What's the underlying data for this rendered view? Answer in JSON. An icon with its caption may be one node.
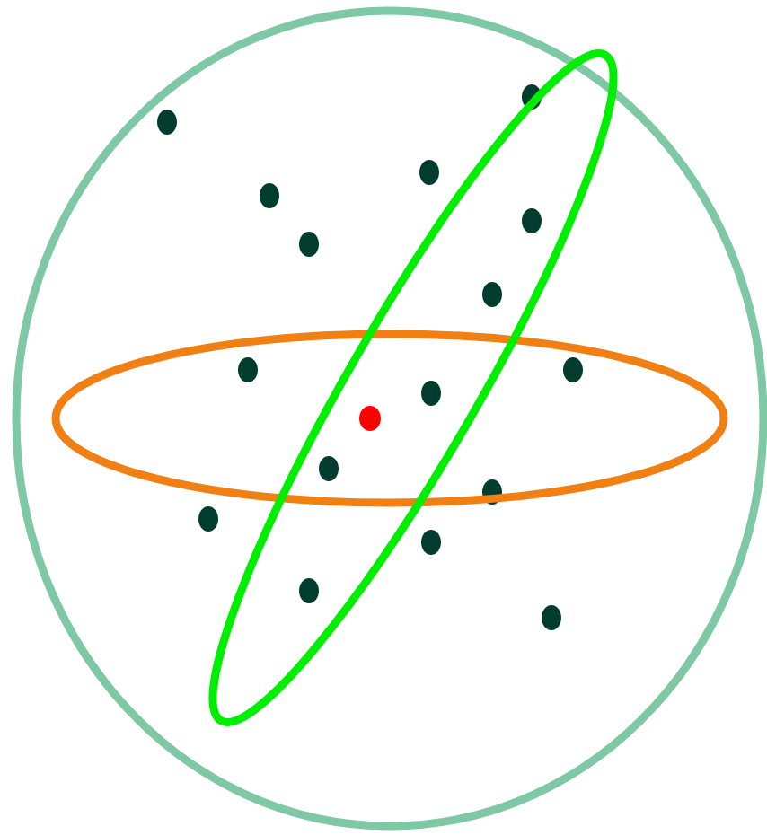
{
  "diagram": {
    "nodes": [
      {
        "text": [],
        "shape": "circle"
      },
      {
        "text": [],
        "shape": "ellipse",
        "in": 0
      },
      {
        "text": [],
        "shape": "ellipse",
        "in": 0
      }
    ]
  }
}
